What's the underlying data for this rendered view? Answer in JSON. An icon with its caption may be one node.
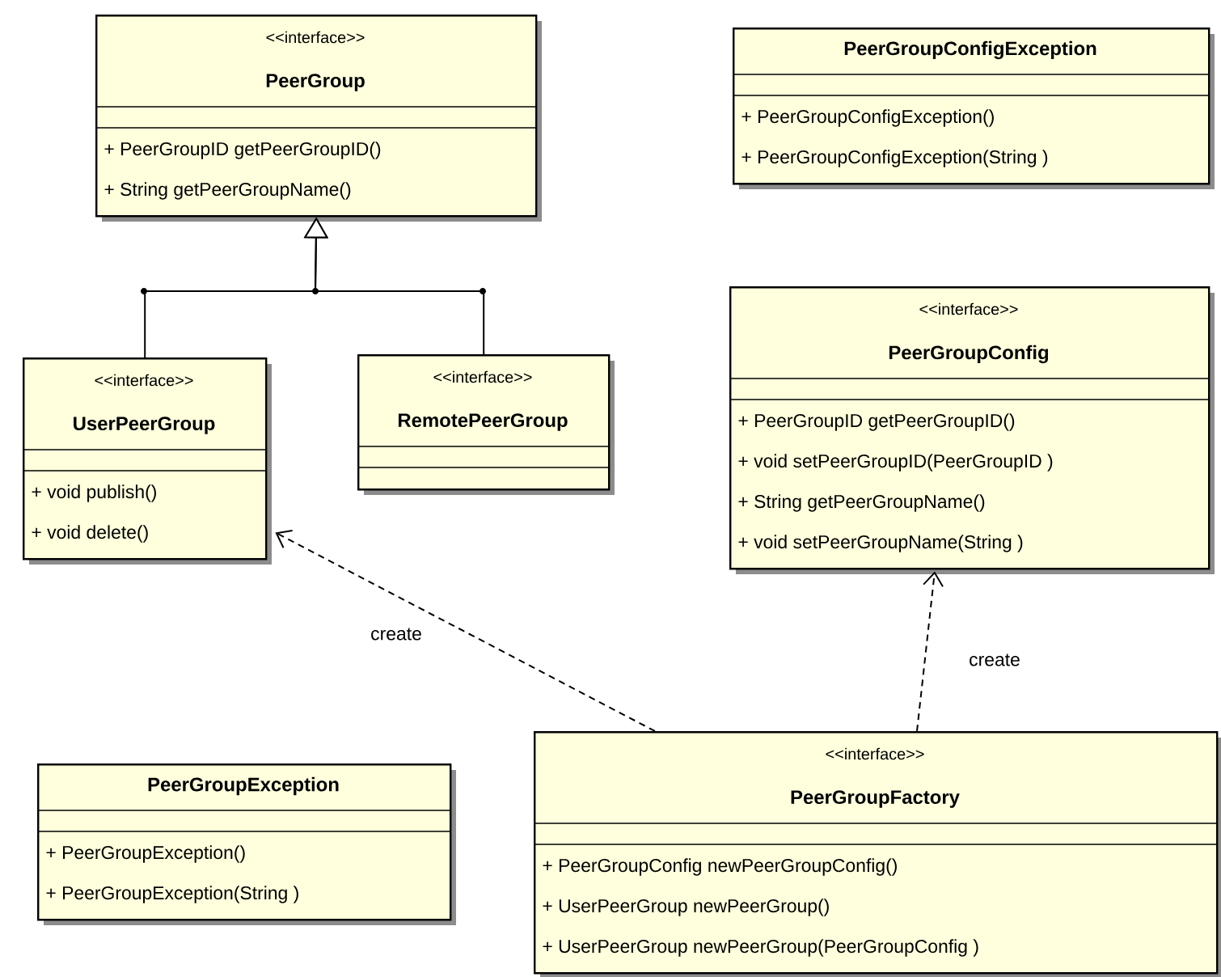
{
  "diagram": {
    "nodes": [
      {
        "text": [
          "<<interface>>",
          "PeerGroup",
          "+ PeerGroupID getPeerGroupID()",
          "+ String getPeerGroupName()"
        ]
      },
      {
        "text": [
          "<<interface>>",
          "UserPeerGroup",
          "+ void publish()",
          "+ void delete()"
        ]
      },
      {
        "text": [
          "<<interface>>",
          "RemotePeerGroup"
        ]
      },
      {
        "text": [
          "PeerGroupConfigException",
          "+ PeerGroupConfigException()",
          "+ PeerGroupConfigException(String )"
        ]
      },
      {
        "text": [
          "<<interface>>",
          "PeerGroupConfig",
          "+ PeerGroupID getPeerGroupID()",
          "+ void setPeerGroupID(PeerGroupID )",
          "+ String getPeerGroupName()",
          "+ void setPeerGroupName(String )"
        ]
      },
      {
        "text": [
          "PeerGroupException",
          "+ PeerGroupException()",
          "+ PeerGroupException(String )"
        ]
      },
      {
        "text": [
          "<<interface>>",
          "PeerGroupFactory",
          "+ PeerGroupConfig newPeerGroupConfig()",
          "+ UserPeerGroup newPeerGroup()",
          "+ UserPeerGroup newPeerGroup(PeerGroupConfig )"
        ]
      }
    ],
    "edges": [
      {
        "from": 1,
        "to": 0,
        "arrow": "to"
      },
      {
        "from": 2,
        "to": 0,
        "arrow": "to"
      },
      {
        "from": 6,
        "to": 1,
        "arrow": "to",
        "label": "create",
        "style": "dashed"
      },
      {
        "from": 6,
        "to": 4,
        "arrow": "to",
        "label": "create",
        "style": "dashed"
      }
    ]
  }
}
